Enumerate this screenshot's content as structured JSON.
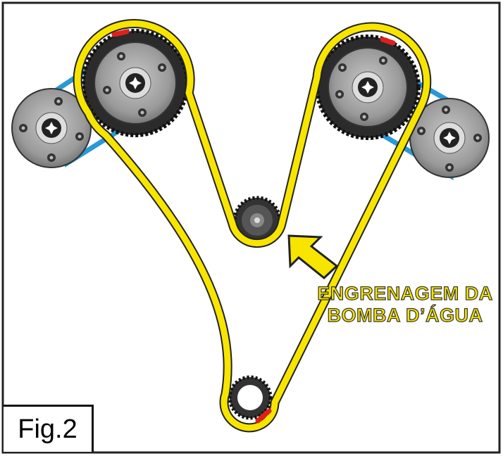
{
  "figure_label": "Fig.2",
  "callout": {
    "line1": "ENGRENAGEM DA",
    "line2": "BOMBA D’ÁGUA"
  },
  "colors": {
    "belt": "#f7e500",
    "aux_belt": "#2a9ad6",
    "mark": "#e0201c",
    "pulley": "#8a8a8a",
    "gear": "#2b2b2b"
  }
}
